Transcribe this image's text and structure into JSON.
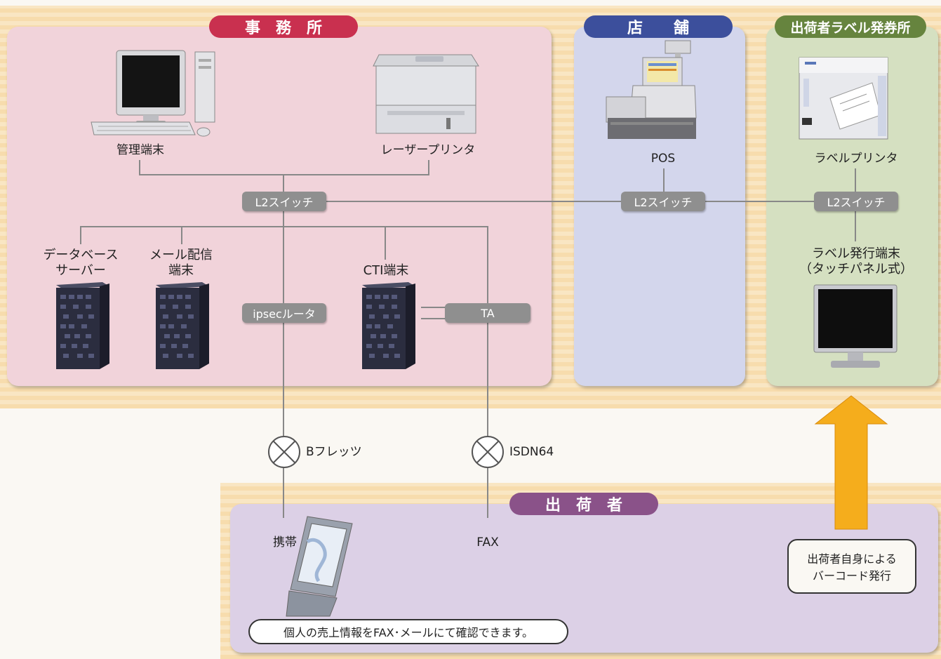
{
  "sections": {
    "office": "事　務　所",
    "store": "店　　舗",
    "label_office": "出荷者ラベル発券所",
    "shipper": "出　荷　者"
  },
  "devices": {
    "admin_terminal": "管理端末",
    "laser_printer": "レーザープリンタ",
    "pos": "POS",
    "label_printer": "ラベルプリンタ",
    "db_server_l1": "データベース",
    "db_server_l2": "サーバー",
    "mail_l1": "メール配信",
    "mail_l2": "端末",
    "cti": "CTI端末",
    "label_terminal_l1": "ラベル発行端末",
    "label_terminal_l2": "（タッチパネル式）",
    "mobile": "携帯",
    "fax": "FAX"
  },
  "network": {
    "switch_office": "L2スイッチ",
    "switch_store": "L2スイッチ",
    "switch_label": "L2スイッチ",
    "router": "ipsecルータ",
    "ta": "TA",
    "bflets": "Bフレッツ",
    "isdn": "ISDN64"
  },
  "notes": {
    "self_issue_l1": "出荷者自身による",
    "self_issue_l2": "バーコード発行",
    "confirm": "個人の売上情報をFAX･メールにて確認できます。"
  },
  "colors": {
    "office_panel": "#f1d3da",
    "office_pill": "#c9304f",
    "store_panel": "#d3d6ec",
    "store_pill": "#3c4f9c",
    "label_panel": "#d5e0c1",
    "label_pill": "#66843e",
    "shipper_panel": "#dcd0e6",
    "shipper_pill": "#8a5289",
    "band": "#f6d9a8",
    "arrow": "#f5ad1c"
  }
}
